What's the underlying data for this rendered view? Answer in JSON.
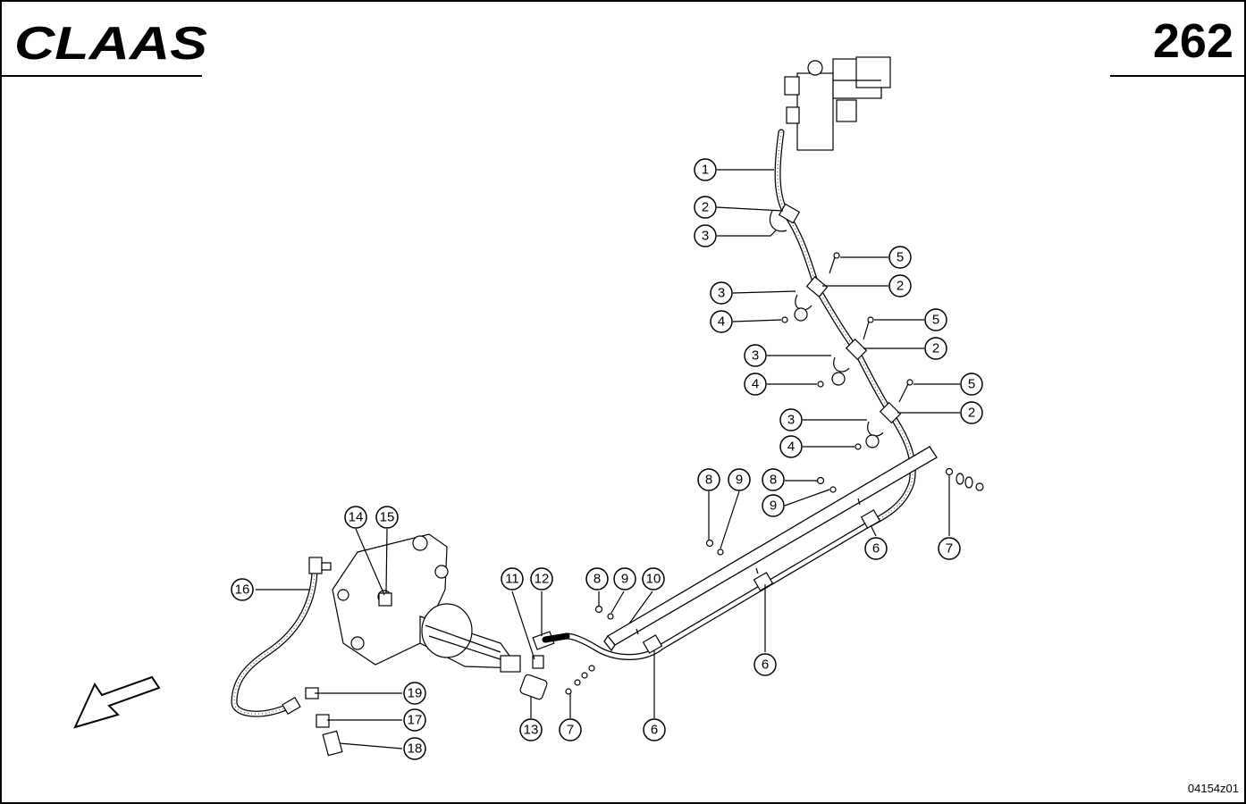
{
  "header": {
    "brand": "CLAAS",
    "page_number": "262"
  },
  "footer": {
    "drawing_code": "04154z01"
  },
  "callouts": [
    {
      "id": "c1",
      "label": "1"
    },
    {
      "id": "c2a",
      "label": "2"
    },
    {
      "id": "c3a",
      "label": "3"
    },
    {
      "id": "c5a",
      "label": "5"
    },
    {
      "id": "c3b",
      "label": "3"
    },
    {
      "id": "c2b",
      "label": "2"
    },
    {
      "id": "c4a",
      "label": "4"
    },
    {
      "id": "c5b",
      "label": "5"
    },
    {
      "id": "c3c",
      "label": "3"
    },
    {
      "id": "c2c",
      "label": "2"
    },
    {
      "id": "c4b",
      "label": "4"
    },
    {
      "id": "c5c",
      "label": "5"
    },
    {
      "id": "c3d",
      "label": "3"
    },
    {
      "id": "c2d",
      "label": "2"
    },
    {
      "id": "c4c",
      "label": "4"
    },
    {
      "id": "c8a",
      "label": "8"
    },
    {
      "id": "c9a",
      "label": "9"
    },
    {
      "id": "c8b",
      "label": "8"
    },
    {
      "id": "c9b",
      "label": "9"
    },
    {
      "id": "c6a",
      "label": "6"
    },
    {
      "id": "c7a",
      "label": "7"
    },
    {
      "id": "c14",
      "label": "14"
    },
    {
      "id": "c15",
      "label": "15"
    },
    {
      "id": "c11",
      "label": "11"
    },
    {
      "id": "c12",
      "label": "12"
    },
    {
      "id": "c8c",
      "label": "8"
    },
    {
      "id": "c9c",
      "label": "9"
    },
    {
      "id": "c10",
      "label": "10"
    },
    {
      "id": "c16",
      "label": "16"
    },
    {
      "id": "c6b",
      "label": "6"
    },
    {
      "id": "c19",
      "label": "19"
    },
    {
      "id": "c17",
      "label": "17"
    },
    {
      "id": "c18",
      "label": "18"
    },
    {
      "id": "c13",
      "label": "13"
    },
    {
      "id": "c7b",
      "label": "7"
    },
    {
      "id": "c6c",
      "label": "6"
    }
  ]
}
